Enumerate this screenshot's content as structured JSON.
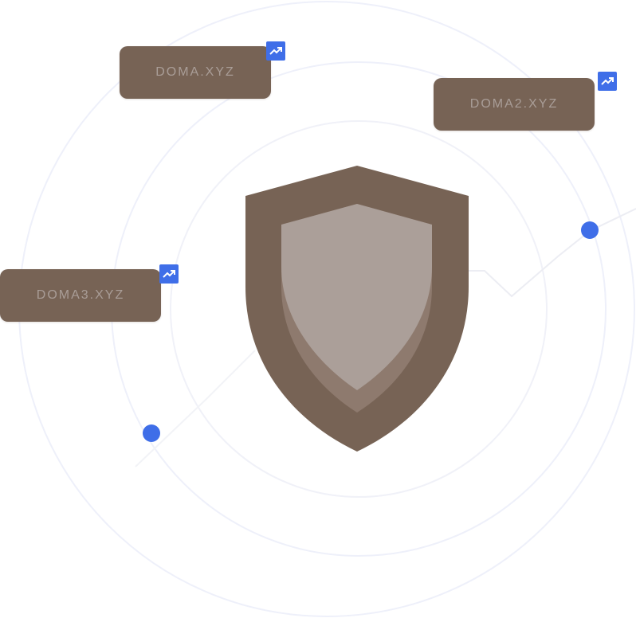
{
  "domains": [
    {
      "name": "DOMA.XYZ"
    },
    {
      "name": "DOMA2.XYZ"
    },
    {
      "name": "DOMA3.XYZ"
    }
  ],
  "icons": {
    "badge": "trending-up-icon",
    "center": "shield-icon"
  },
  "colors": {
    "card": "#776355",
    "card_text": "#a99d97",
    "accent": "#3f6ee8",
    "shield_outer": "#776355",
    "shield_inner": "#a99f99",
    "ring": "#eef0f8"
  }
}
